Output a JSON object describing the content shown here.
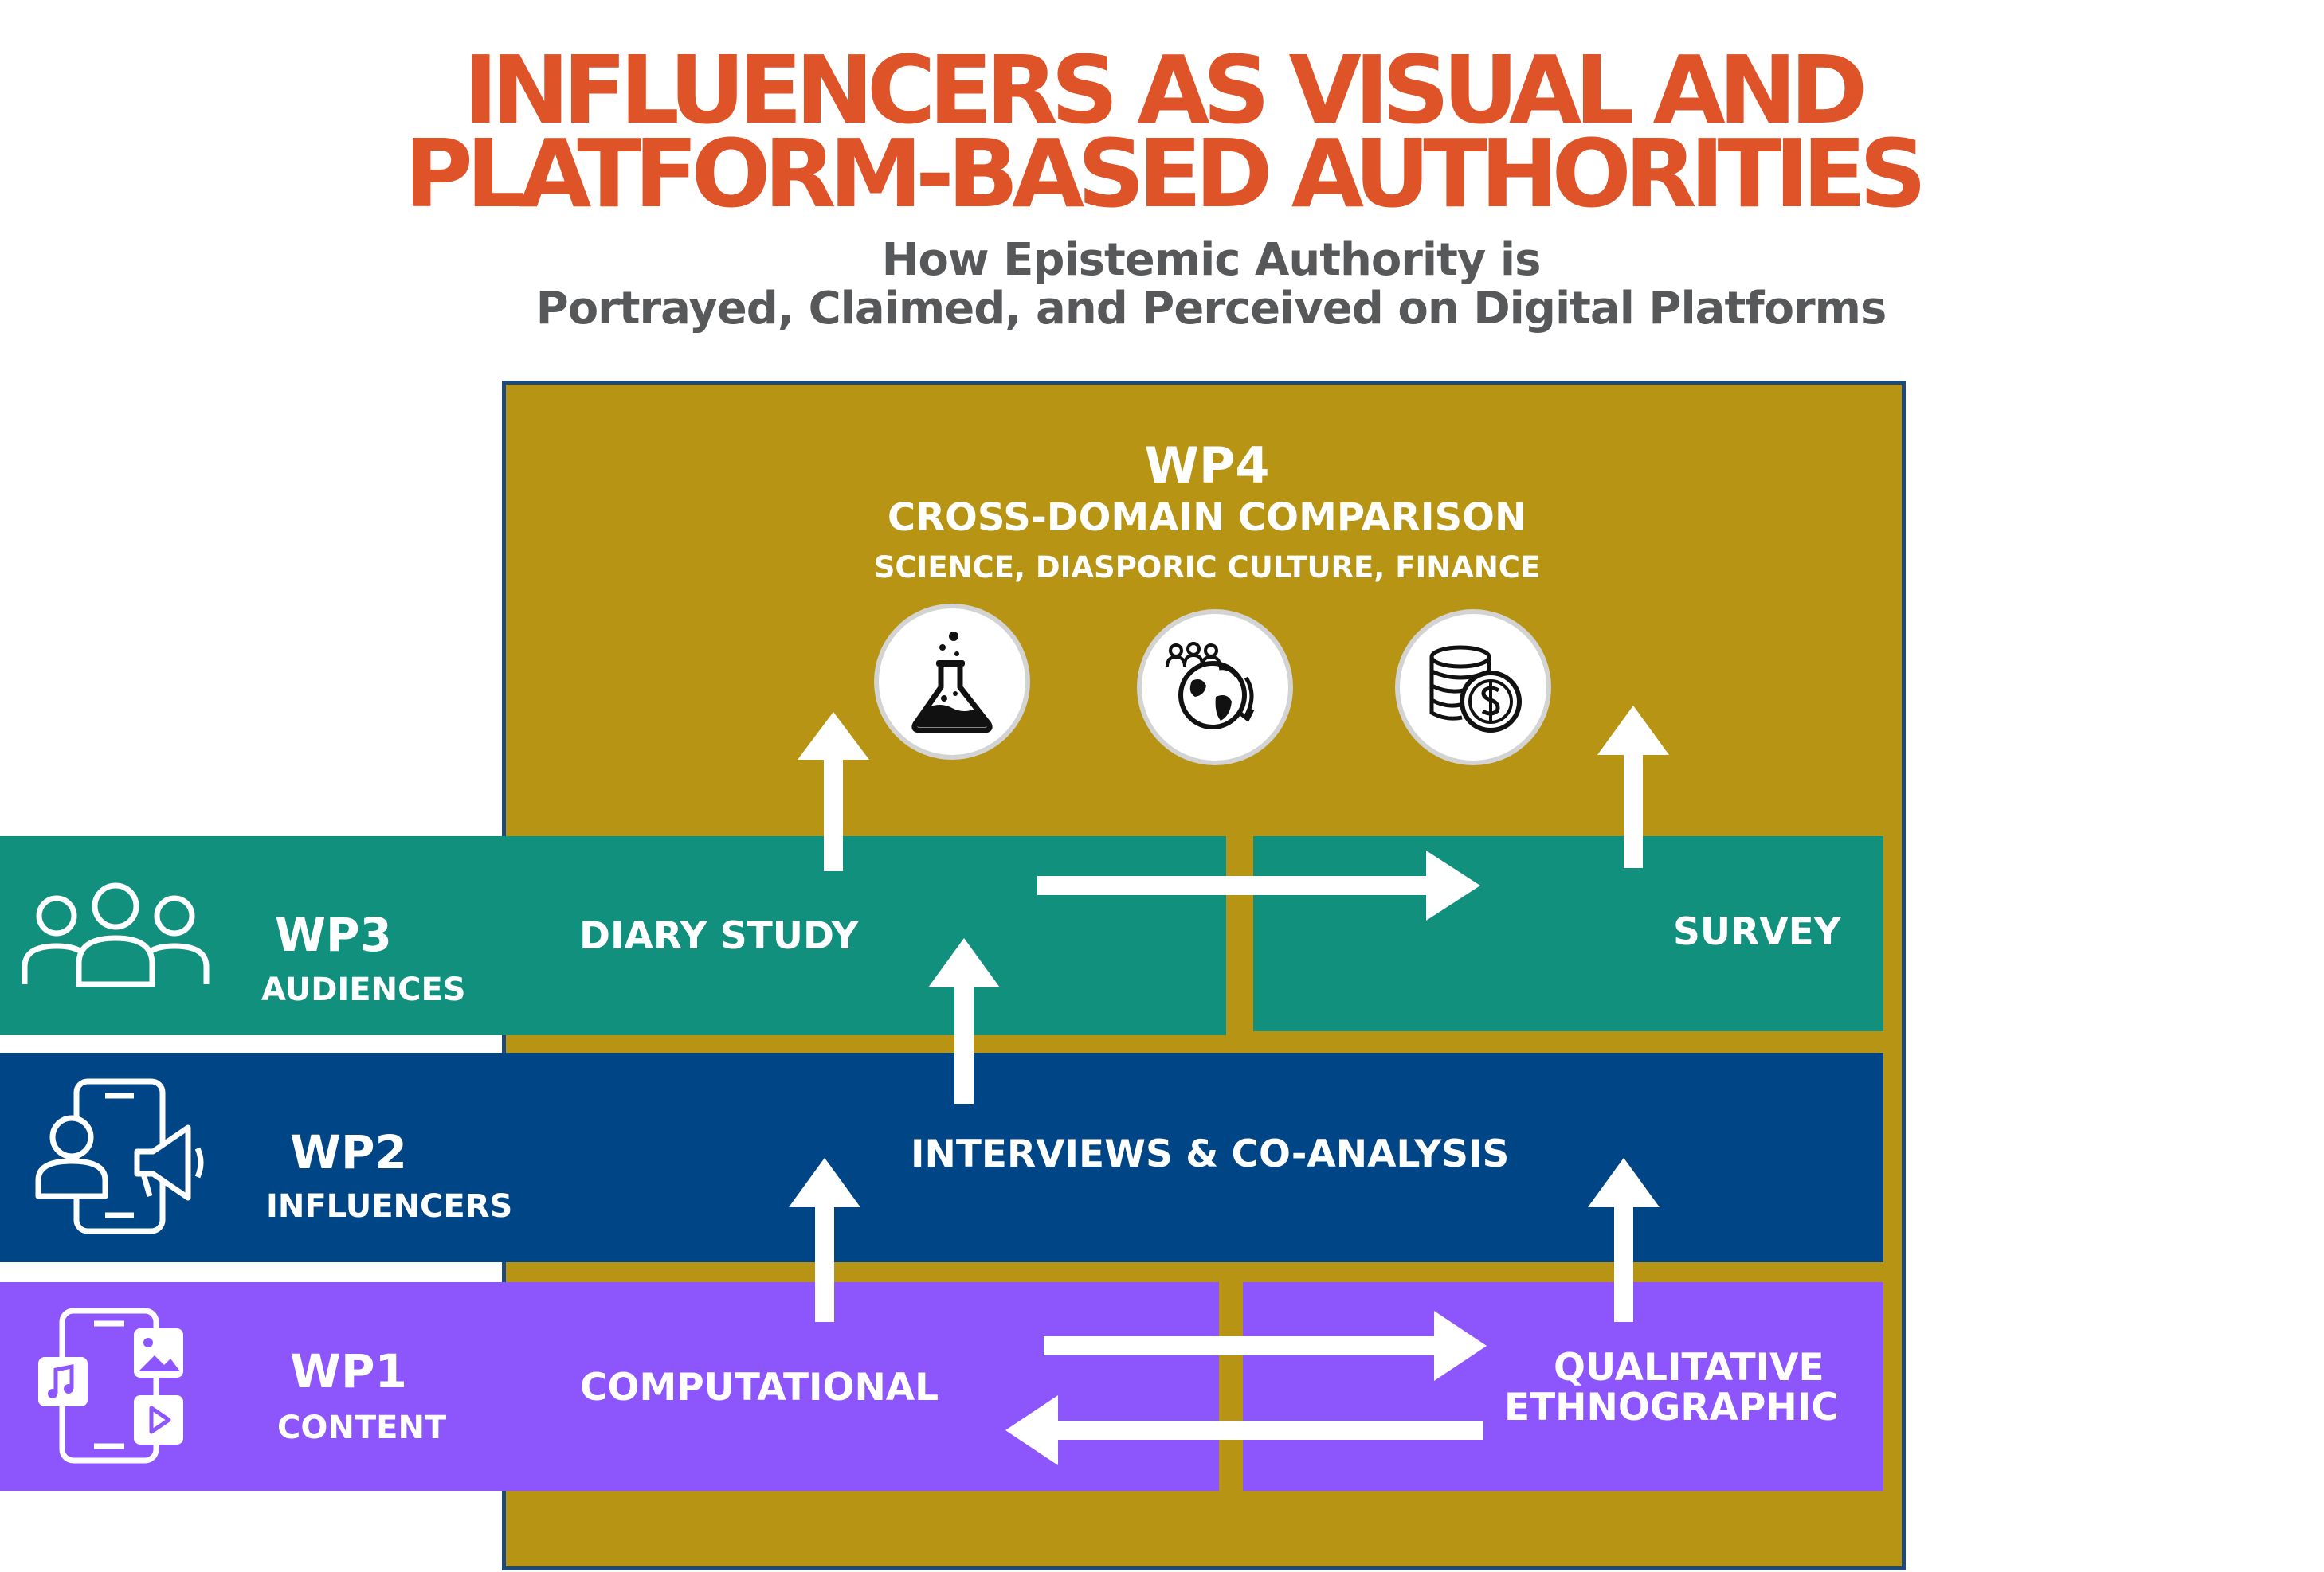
{
  "header": {
    "title_line1": "INFLUENCERS AS VISUAL AND",
    "title_line2": "PLATFORM-BASED AUTHORITIES",
    "subtitle_line1": "How Epistemic Authority is",
    "subtitle_line2": "Portrayed, Claimed, and Perceived on Digital Platforms"
  },
  "wp4": {
    "label": "WP4",
    "title": "CROSS-DOMAIN COMPARISON",
    "domains": "SCIENCE, DIASPORIC CULTURE, FINANCE",
    "icons": [
      "flask-icon",
      "globe-people-icon",
      "coins-dollar-icon"
    ]
  },
  "wp3": {
    "label": "WP3",
    "sub": "AUDIENCES",
    "icon": "people-group-icon",
    "methods": [
      "DIARY STUDY",
      "SURVEY"
    ]
  },
  "wp2": {
    "label": "WP2",
    "sub": "INFLUENCERS",
    "icon": "phone-megaphone-icon",
    "method": "INTERVIEWS & CO-ANALYSIS"
  },
  "wp1": {
    "label": "WP1",
    "sub": "CONTENT",
    "icon": "phone-media-icon",
    "methods": [
      "COMPUTATIONAL",
      "QUALITATIVE",
      "ETHNOGRAPHIC"
    ]
  },
  "colors": {
    "title": "#de5328",
    "subtitle": "#57585a",
    "frame": "#b79413",
    "frame_border": "#1d4a7a",
    "wp3": "#12907e",
    "wp2": "#004686",
    "wp1": "#8d56fd",
    "arrows": "#ffffff"
  }
}
